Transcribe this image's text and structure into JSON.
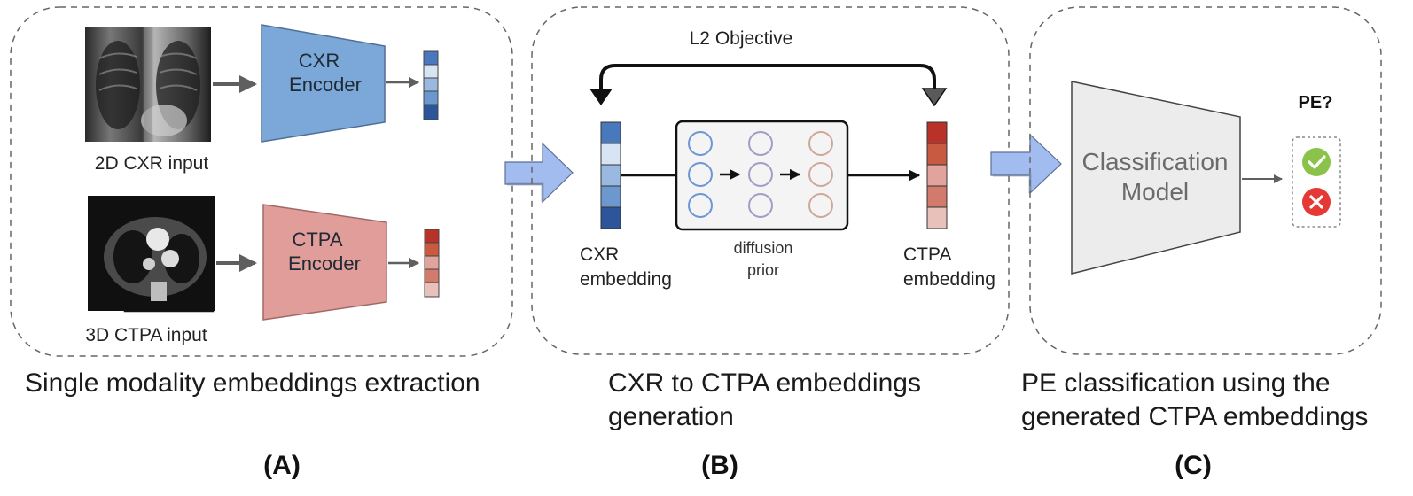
{
  "panel_a": {
    "cxr_input_label": "2D CXR input",
    "ctpa_input_label": "3D CTPA input",
    "cxr_encoder_line1": "CXR",
    "cxr_encoder_line2": "Encoder",
    "ctpa_encoder_line1": "CTPA",
    "ctpa_encoder_line2": "Encoder",
    "caption": "Single modality embeddings extraction",
    "letter": "(A)"
  },
  "panel_b": {
    "objective_label": "L2 Objective",
    "cxr_embedding_line1": "CXR",
    "cxr_embedding_line2": "embedding",
    "prior_line1": "diffusion",
    "prior_line2": "prior",
    "ctpa_embedding_line1": "CTPA",
    "ctpa_embedding_line2": "embedding",
    "caption_line1": "CXR to CTPA embeddings",
    "caption_line2": "generation",
    "letter": "(B)"
  },
  "panel_c": {
    "model_line1": "Classification",
    "model_line2": "Model",
    "question": "PE?",
    "caption_line1": "PE classification using the",
    "caption_line2": "generated CTPA embeddings",
    "letter": "(C)"
  },
  "colors": {
    "cxr_encoder": "#7ba7d9",
    "ctpa_encoder": "#e09d9a",
    "panel_arrow": "#a3bcf0",
    "blue_cells": [
      "#4a78bd",
      "#d7e4f3",
      "#9ab9e0",
      "#6c98cf",
      "#2c5699"
    ],
    "red_cells": [
      "#b8322a",
      "#c95a42",
      "#e1a39b",
      "#d27a6b",
      "#e8c1bb"
    ],
    "check": "#8bc34a",
    "cross": "#e53935"
  }
}
